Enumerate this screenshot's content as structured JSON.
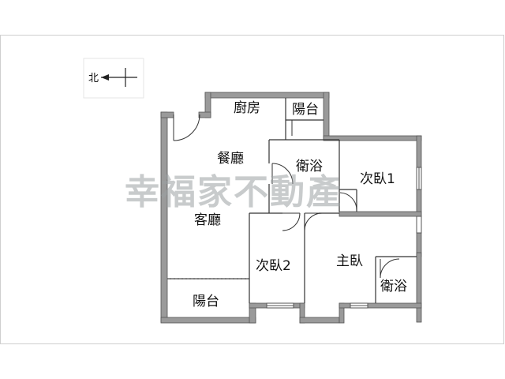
{
  "compass": {
    "label": "北"
  },
  "rooms": {
    "kitchen": "廚房",
    "balcony_top": "陽台",
    "dining": "餐廳",
    "bath_center": "衛浴",
    "bedroom1": "次臥1",
    "living": "客廳",
    "bedroom2": "次臥2",
    "master": "主臥",
    "bath_master": "衛浴",
    "balcony_bottom": "陽台"
  },
  "watermark": "幸福家不動產",
  "colors": {
    "wall_fill": "#9a9a9a",
    "wall_stroke": "#555555",
    "line": "#333333"
  }
}
